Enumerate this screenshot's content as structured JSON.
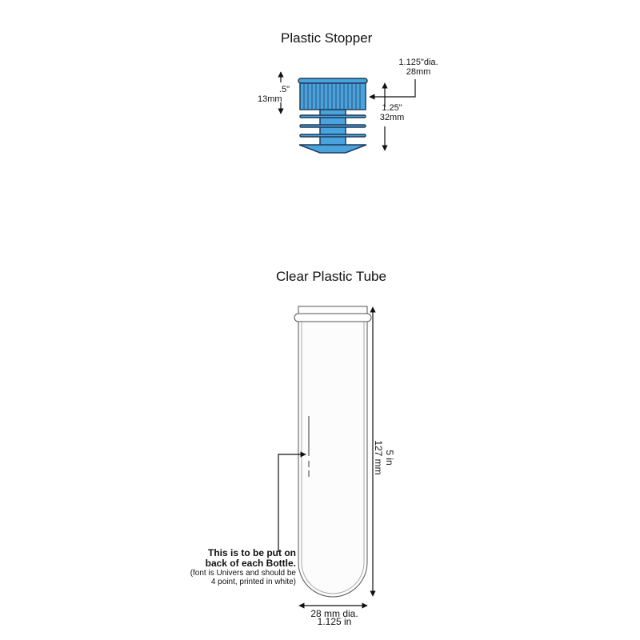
{
  "stopper": {
    "title": "Plastic Stopper",
    "cap_height": [
      ".5\"",
      "13mm"
    ],
    "diameter": [
      "1.125\"dia.",
      "28mm"
    ],
    "height": [
      "1.25\"",
      "32mm"
    ],
    "fill_color": "#4aa3dd",
    "stroke_color": "#1d3b5a"
  },
  "tube": {
    "title": "Clear Plastic Tube",
    "length": [
      "5 in",
      "127 mm"
    ],
    "diameter": [
      "28 mm dia.",
      "1.125 in"
    ],
    "note": {
      "line1": "This is to be put on",
      "line2": "back of each Bottle.",
      "line3": "(font is Univers and should be",
      "line4": "4 point, printed in white)"
    }
  }
}
